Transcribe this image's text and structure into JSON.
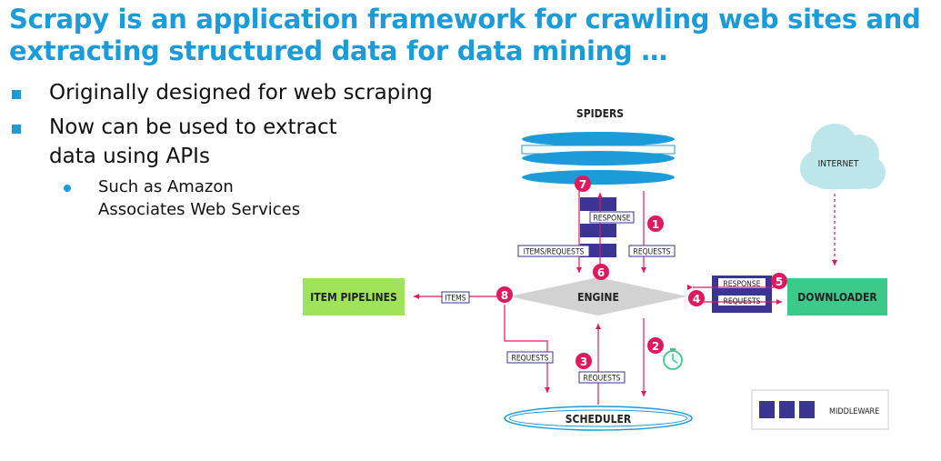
{
  "title_line1": "Scrapy is an application framework for crawling web sites and",
  "title_line2": "extracting structured data for data mining …",
  "bullets": [
    {
      "text": "Originally designed for web scraping"
    },
    {
      "text_line1": "Now can be used to extract",
      "text_line2": "data using APIs"
    }
  ],
  "subbullet": {
    "line1": "Such as Amazon",
    "line2": "Associates Web Services"
  },
  "diagram": {
    "spiders": "SPIDERS",
    "internet": "INTERNET",
    "engine": "ENGINE",
    "item_pipelines": "ITEM PIPELINES",
    "downloader": "DOWNLOADER",
    "scheduler": "SCHEDULER",
    "middleware": "MIDDLEWARE",
    "labels": {
      "response_spider": "RESPONSE",
      "items_requests": "ITEMS/REQUESTS",
      "requests_spider": "REQUESTS",
      "items": "ITEMS",
      "response_downloader": "RESPONSE",
      "requests_downloader": "REQUESTS",
      "requests_left": "REQUESTS",
      "requests_sched": "REQUESTS"
    },
    "steps": [
      "1",
      "2",
      "3",
      "4",
      "5",
      "6",
      "7",
      "8"
    ],
    "colors": {
      "accent": "#1b9bd7",
      "green": "#9ee35a",
      "teal": "#3cc98a",
      "cloud": "#bde6ea",
      "disc": "#1b9bd7",
      "pink": "#e0195e",
      "middleware": "#3a3592",
      "engine": "#d2d2d2"
    }
  }
}
